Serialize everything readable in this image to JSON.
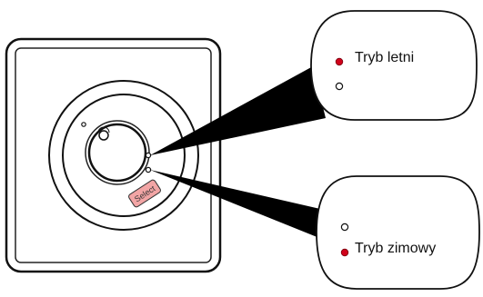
{
  "device": {
    "button_label": "Select"
  },
  "callouts": {
    "summer": {
      "label": "Tryb letni",
      "active_dot": "top"
    },
    "winter": {
      "label": "Tryb zimowy",
      "active_dot": "bottom"
    }
  },
  "colors": {
    "active_dot": "#d0021b",
    "button_fill": "#f2a5a5",
    "outline": "#111111",
    "pointer": "#000000"
  }
}
